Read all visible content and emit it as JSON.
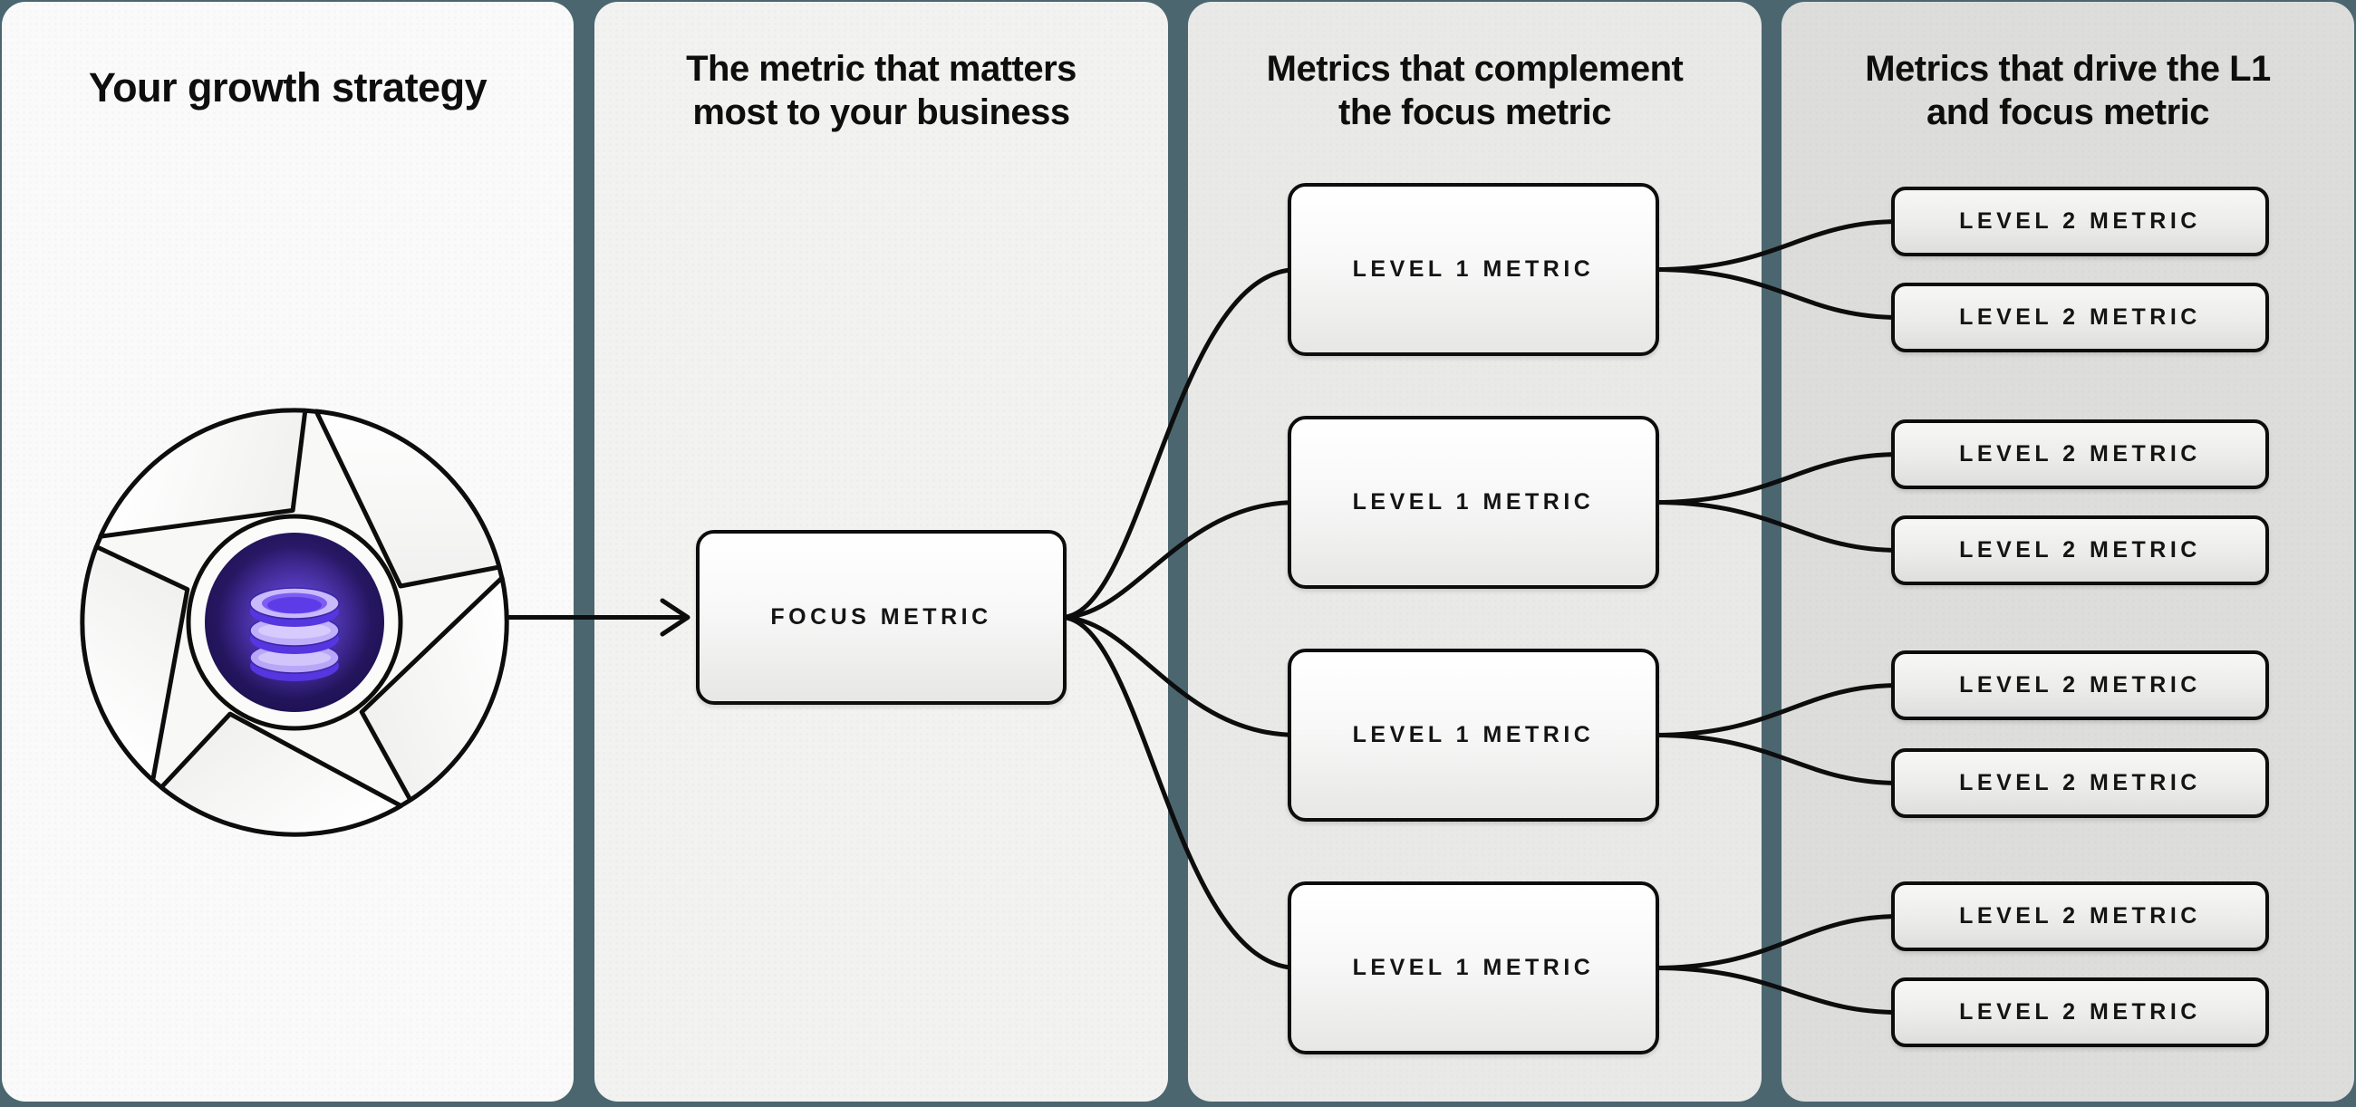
{
  "canvas": {
    "background": "#4b666f",
    "line_color": "#0d0d0d"
  },
  "panels": [
    {
      "id": "strategy",
      "title_lines": [
        "Your growth strategy"
      ],
      "bg": "#fafafa"
    },
    {
      "id": "focus",
      "title_lines": [
        "The metric that matters",
        "most to your business"
      ],
      "bg": "#f2f2f1"
    },
    {
      "id": "level1",
      "title_lines": [
        "Metrics that complement",
        "the focus metric"
      ],
      "bg": "#e9e9e8"
    },
    {
      "id": "level2",
      "title_lines": [
        "Metrics that drive the L1",
        "and focus metric"
      ],
      "bg": "#dddddc"
    }
  ],
  "nodes": {
    "focus": "FOCUS METRIC",
    "level1": [
      "LEVEL 1 METRIC",
      "LEVEL 1 METRIC",
      "LEVEL 1 METRIC",
      "LEVEL 1 METRIC"
    ],
    "level2": [
      "LEVEL 2 METRIC",
      "LEVEL 2 METRIC",
      "LEVEL 2 METRIC",
      "LEVEL 2 METRIC",
      "LEVEL 2 METRIC",
      "LEVEL 2 METRIC",
      "LEVEL 2 METRIC",
      "LEVEL 2 METRIC"
    ]
  },
  "icons": {
    "flywheel": "flywheel-database-icon",
    "arrow": "right-arrow-connector"
  },
  "icon_colors": {
    "disc_center": "#463394",
    "disc_edge": "#190e4a",
    "db_light": "#c9bafb",
    "db_mid": "#7e5ef2",
    "db_dark": "#5536e0"
  }
}
